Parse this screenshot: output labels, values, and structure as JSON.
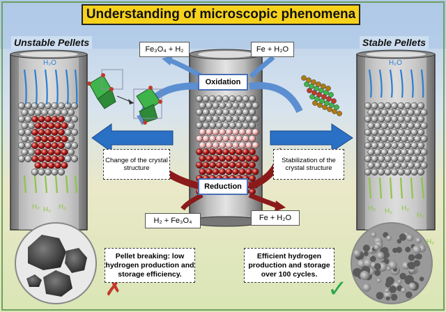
{
  "title": "Understanding of microscopic phenomena",
  "left_title": "Unstable Pellets",
  "right_title": "Stable Pellets",
  "oxidation_label": "Oxidation",
  "reduction_label": "Reduction",
  "fe3o4_h2_top": "Fe₃O₄ + H₂",
  "fe_h2o_top": "Fe + H₂O",
  "h2_fe3o4_bottom": "H₂ + Fe₃O₄",
  "fe_h2o_bottom": "Fe + H₂O",
  "change_crystal": "Change of the crystal structure",
  "stabilization_crystal": "Stabilization of the crystal structure",
  "left_caption": "Pellet breaking: low hydrogen production and storage efficiency.",
  "right_caption": "Efficient hydrogen production and storage over 100 cycles.",
  "h2o_label": "H₂O",
  "h2_label": "H₂",
  "cross_mark": "✗",
  "check_mark": "✓",
  "colors": {
    "title_bg": "#f7d21c",
    "red_arrow": "#8b1a1a",
    "blue_arrow": "#2a70c4",
    "cross": "#c0392b",
    "check": "#2aa84a"
  }
}
